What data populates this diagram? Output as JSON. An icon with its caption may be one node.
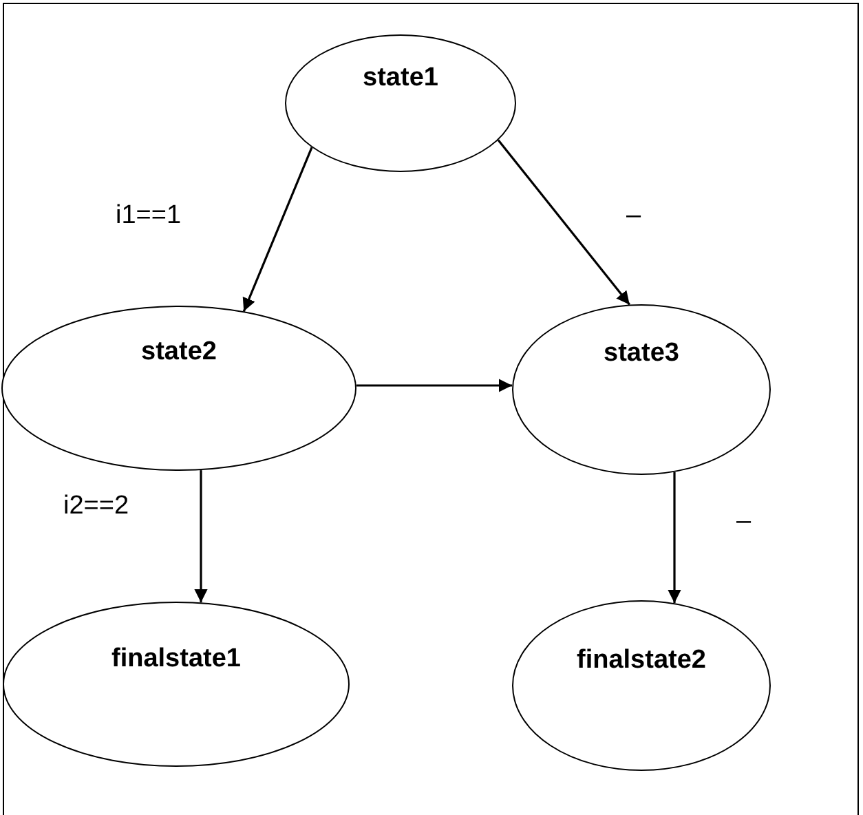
{
  "diagram": {
    "nodes": [
      {
        "text": [
          "state1"
        ]
      },
      {
        "text": [
          "state2"
        ]
      },
      {
        "text": [
          "state3"
        ]
      },
      {
        "text": [
          "finalstate1"
        ]
      },
      {
        "text": [
          "finalstate2"
        ]
      }
    ],
    "edges": [
      {
        "from": 0,
        "to": 1,
        "arrow": "to",
        "label": "i1==1"
      },
      {
        "from": 0,
        "to": 2,
        "arrow": "to",
        "label": "–"
      },
      {
        "from": 1,
        "to": 2,
        "arrow": "to"
      },
      {
        "from": 1,
        "to": 3,
        "arrow": "to",
        "label": "i2==2"
      },
      {
        "from": 2,
        "to": 4,
        "arrow": "to",
        "label": "–"
      }
    ]
  }
}
